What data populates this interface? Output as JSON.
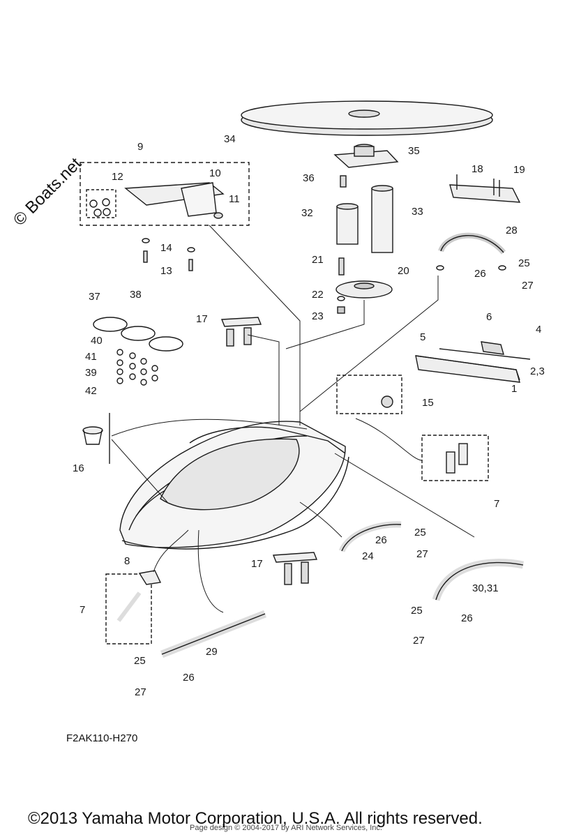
{
  "watermark": {
    "text": "© Boats.net"
  },
  "diagram_code": "F2AK110-H270",
  "copyright": "©2013 Yamaha Motor Corporation, U.S.A. All rights reserved.",
  "page_design": "Page design © 2004-2017 by ARI Network Services, Inc.",
  "part_labels": [
    {
      "key": "p1",
      "text": "1"
    },
    {
      "key": "p23",
      "text": "2,3"
    },
    {
      "key": "p4",
      "text": "4"
    },
    {
      "key": "p5",
      "text": "5"
    },
    {
      "key": "p6",
      "text": "6"
    },
    {
      "key": "p7a",
      "text": "7"
    },
    {
      "key": "p7b",
      "text": "7"
    },
    {
      "key": "p8",
      "text": "8"
    },
    {
      "key": "p9",
      "text": "9"
    },
    {
      "key": "p10",
      "text": "10"
    },
    {
      "key": "p11",
      "text": "11"
    },
    {
      "key": "p12",
      "text": "12"
    },
    {
      "key": "p13",
      "text": "13"
    },
    {
      "key": "p14",
      "text": "14"
    },
    {
      "key": "p15",
      "text": "15"
    },
    {
      "key": "p16",
      "text": "16"
    },
    {
      "key": "p17a",
      "text": "17"
    },
    {
      "key": "p17b",
      "text": "17"
    },
    {
      "key": "p18",
      "text": "18"
    },
    {
      "key": "p19",
      "text": "19"
    },
    {
      "key": "p20",
      "text": "20"
    },
    {
      "key": "p21",
      "text": "21"
    },
    {
      "key": "p22",
      "text": "22"
    },
    {
      "key": "p23n",
      "text": "23"
    },
    {
      "key": "p24",
      "text": "24"
    },
    {
      "key": "p25a",
      "text": "25"
    },
    {
      "key": "p25b",
      "text": "25"
    },
    {
      "key": "p25c",
      "text": "25"
    },
    {
      "key": "p25d",
      "text": "25"
    },
    {
      "key": "p26a",
      "text": "26"
    },
    {
      "key": "p26b",
      "text": "26"
    },
    {
      "key": "p26c",
      "text": "26"
    },
    {
      "key": "p26d",
      "text": "26"
    },
    {
      "key": "p27a",
      "text": "27"
    },
    {
      "key": "p27b",
      "text": "27"
    },
    {
      "key": "p27c",
      "text": "27"
    },
    {
      "key": "p27d",
      "text": "27"
    },
    {
      "key": "p28",
      "text": "28"
    },
    {
      "key": "p29",
      "text": "29"
    },
    {
      "key": "p3031",
      "text": "30,31"
    },
    {
      "key": "p32",
      "text": "32"
    },
    {
      "key": "p33",
      "text": "33"
    },
    {
      "key": "p34",
      "text": "34"
    },
    {
      "key": "p35",
      "text": "35"
    },
    {
      "key": "p36",
      "text": "36"
    },
    {
      "key": "p37",
      "text": "37"
    },
    {
      "key": "p38",
      "text": "38"
    },
    {
      "key": "p39",
      "text": "39"
    },
    {
      "key": "p40",
      "text": "40"
    },
    {
      "key": "p41",
      "text": "41"
    },
    {
      "key": "p42",
      "text": "42"
    }
  ]
}
